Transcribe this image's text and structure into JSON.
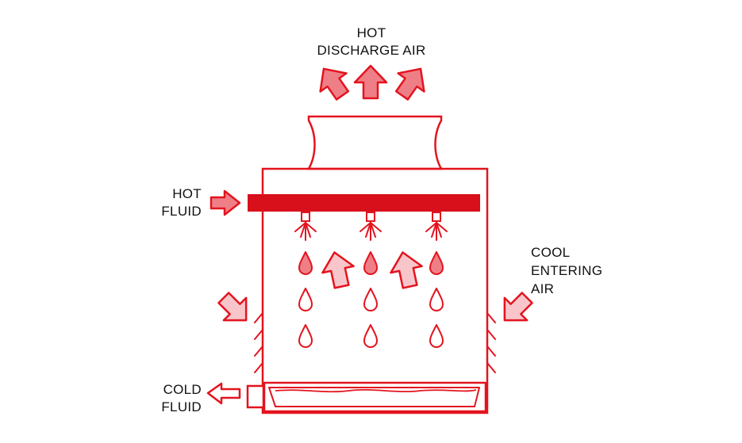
{
  "labels": {
    "hot_discharge_air": [
      "HOT",
      "DISCHARGE AIR"
    ],
    "hot_fluid": [
      "HOT",
      "FLUID"
    ],
    "cool_entering_air": [
      "COOL",
      "ENTERING",
      "AIR"
    ],
    "cold_fluid": [
      "COLD",
      "FLUID"
    ]
  },
  "colors": {
    "outline": "#e3141f",
    "pipe": "#d8101c",
    "arrow_fill_dark": "#ef7f87",
    "arrow_fill_light": "#f8c6ca",
    "drop_fill": "#ef7f87",
    "text": "#111111"
  }
}
